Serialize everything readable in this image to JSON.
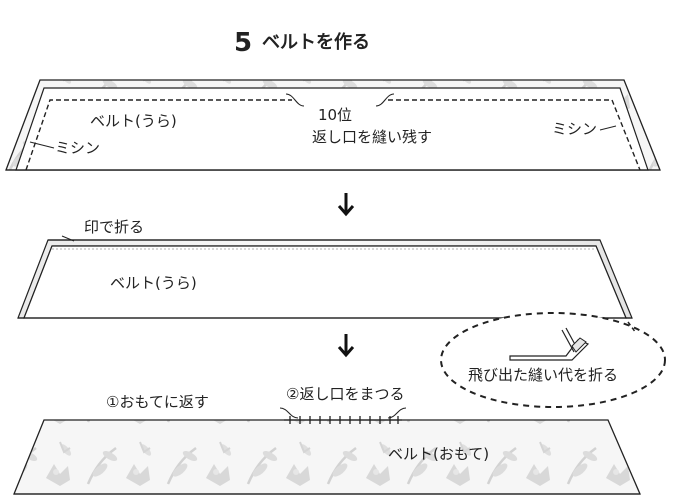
{
  "step": {
    "number": "5",
    "title": "ベルトを作る"
  },
  "panel1": {
    "belt_label": "ベルト(うら)",
    "stitch_left": "ミシン",
    "stitch_right": "ミシン",
    "opening_size": "10位",
    "opening_note": "返し口を縫い残す"
  },
  "panel2": {
    "fold_note": "印で折る",
    "belt_label": "ベルト(うら)"
  },
  "panel3": {
    "step1": "①おもてに返す",
    "step2": "②返し口をまつる",
    "belt_label": "ベルト(おもて)",
    "callout": "飛び出た縫い代を折る"
  },
  "icons": {
    "arrow": "down-arrow-icon"
  },
  "colors": {
    "line": "#222222",
    "fabric_print": "#d9d9d9",
    "fabric_bg": "#f4f4f4"
  }
}
